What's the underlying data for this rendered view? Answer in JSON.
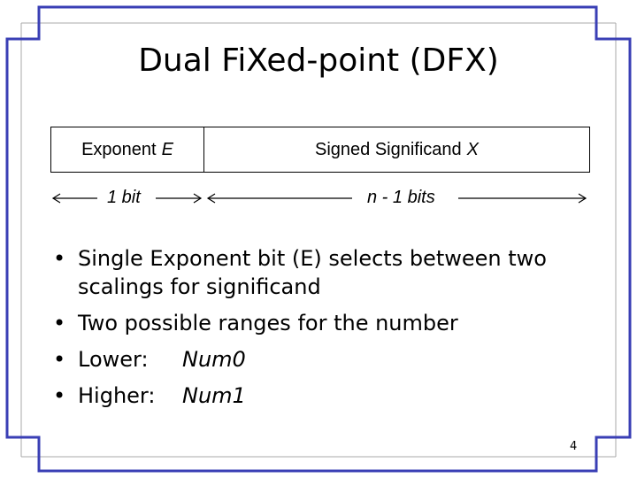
{
  "title": "Dual FiXed-point (DFX)",
  "bit_field": {
    "exponent_label": "Exponent",
    "exponent_var": "E",
    "significand_label": "Signed Significand",
    "significand_var": "X"
  },
  "arrows": {
    "left_label": "1 bit",
    "right_label": "n - 1 bits"
  },
  "bullets": {
    "b1": "Single Exponent bit (E) selects between two scalings for significand",
    "b2": "Two possible ranges for the number",
    "b3_label": "Lower:",
    "b3_value": "Num0",
    "b4_label": "Higher:",
    "b4_value": "Num1"
  },
  "page_number": "4",
  "colors": {
    "frame_blue": "#3a3fb5",
    "frame_gray": "#a8a8a8"
  }
}
